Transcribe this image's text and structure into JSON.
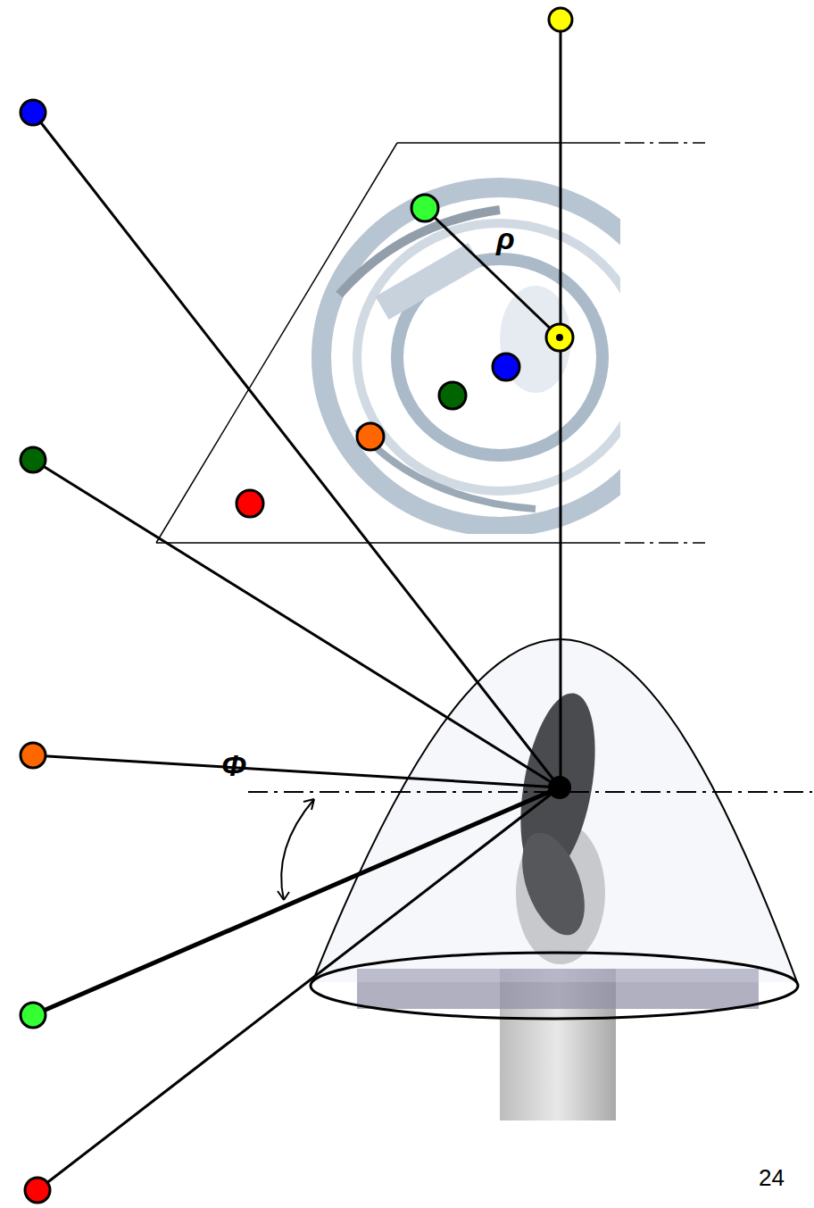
{
  "diagram": {
    "labels": [
      "ρ",
      "Φ",
      "24"
    ]
  }
}
